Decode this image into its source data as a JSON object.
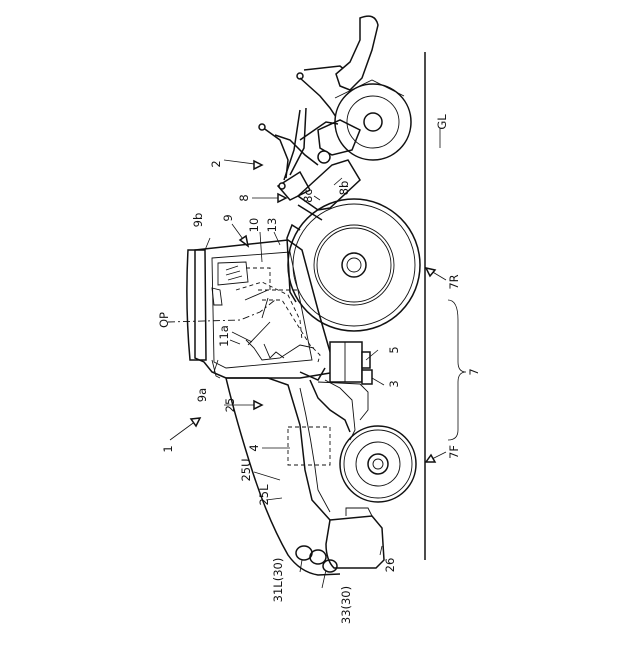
{
  "labels": {
    "l1": "1",
    "l2": "2",
    "l3": "3",
    "l4": "4",
    "l5": "5",
    "l7": "7",
    "l7F": "7F",
    "l7R": "7R",
    "l8": "8",
    "l8b": "8b",
    "l8c": "8c",
    "l9": "9",
    "l9a": "9a",
    "l9b": "9b",
    "l10": "10",
    "l11a": "11a",
    "l13": "13",
    "l25": "25",
    "l25U": "25U",
    "l25L": "25L",
    "l26": "26",
    "l31": "31L(30)",
    "l33": "33(30)",
    "lOP": "OP",
    "lGL": "GL"
  }
}
